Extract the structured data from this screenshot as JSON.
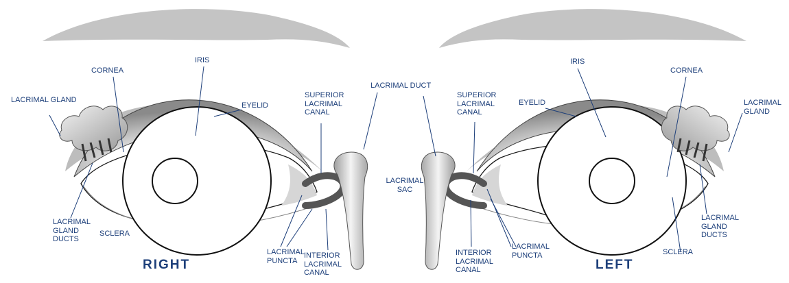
{
  "colors": {
    "label": "#1d3f7a",
    "leader": "#1d3f7a",
    "brow": "#c4c4c4",
    "outline": "#1a1a1a",
    "shade": "#7a7a7a"
  },
  "right_eye": {
    "side_label": "RIGHT",
    "labels": {
      "lacrimal_gland": "LACRIMAL GLAND",
      "cornea": "CORNEA",
      "iris": "IRIS",
      "eyelid": "EYELID",
      "superior_canal": "SUPERIOR LACRIMAL CANAL",
      "lacrimal_duct": "LACRIMAL DUCT",
      "gland_ducts": "LACRIMAL GLAND DUCTS",
      "sclera": "SCLERA",
      "puncta": "LACRIMAL PUNCTA",
      "interior_canal": "INTERIOR LACRIMAL CANAL"
    }
  },
  "left_eye": {
    "side_label": "LEFT",
    "labels": {
      "lacrimal_sac": "LACRIMAL SAC",
      "superior_canal": "SUPERIOR LACRIMAL CANAL",
      "eyelid": "EYELID",
      "iris": "IRIS",
      "cornea": "CORNEA",
      "lacrimal_gland": "LACRIMAL GLAND",
      "interior_canal": "INTERIOR LACRIMAL CANAL",
      "puncta": "LACRIMAL PUNCTA",
      "sclera": "SCLERA",
      "gland_ducts": "LACRIMAL GLAND DUCTS"
    }
  }
}
